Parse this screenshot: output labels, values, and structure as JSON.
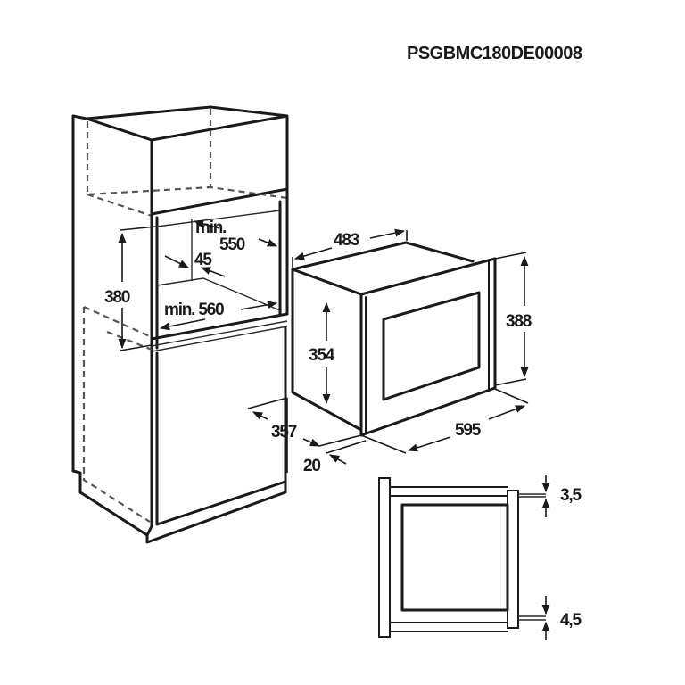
{
  "diagram": {
    "title_code": "PSGBMC180DE00008",
    "subject": "built-in microwave installation dimensions (mm)",
    "cabinet": {
      "dimensions": {
        "niche_depth_label": "min.",
        "niche_depth_value": "550",
        "rear_gap": "45",
        "niche_height": "380",
        "niche_width_label": "min. 560"
      }
    },
    "appliance": {
      "dimensions": {
        "depth_top": "483",
        "body_height": "354",
        "front_height": "388",
        "front_width": "595",
        "body_depth": "357",
        "front_thickness": "20"
      }
    },
    "side_section": {
      "dimensions": {
        "top_offset": "3,5",
        "bottom_offset": "4,5"
      }
    }
  }
}
